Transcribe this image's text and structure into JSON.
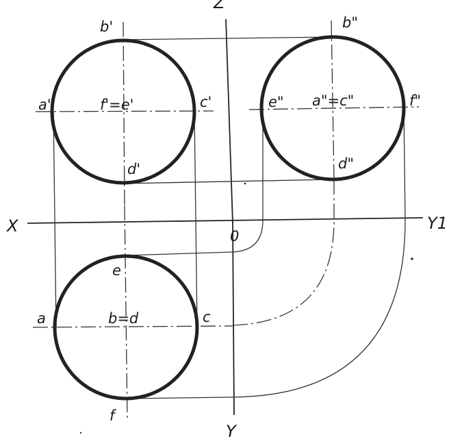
{
  "axes": {
    "z": "Z",
    "x": "X",
    "y1": "Y1",
    "y": "Y",
    "origin": "0"
  },
  "front_view": {
    "top": "b'",
    "left": "a'",
    "center": "f'=e'",
    "right": "c'",
    "bottom": "d'"
  },
  "side_view": {
    "top": "b\"",
    "left": "e\"",
    "center": "a\"=c\"",
    "right": "f\"",
    "bottom": "d\""
  },
  "top_view": {
    "top": "e",
    "left": "a",
    "center": "b=d",
    "right": "c",
    "bottom": "f"
  }
}
